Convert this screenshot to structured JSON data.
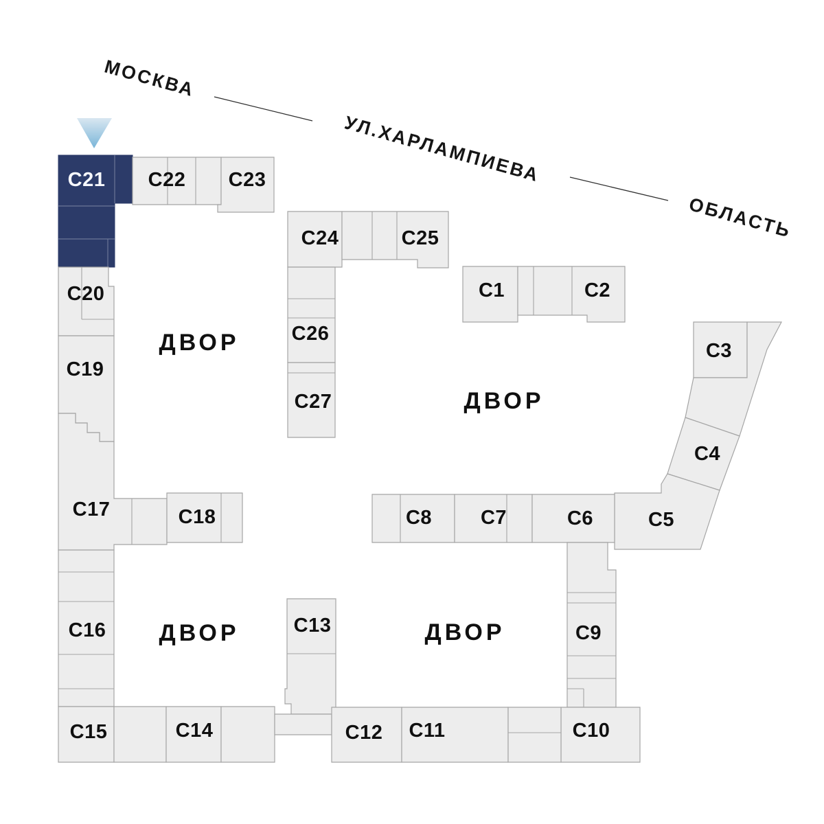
{
  "palette": {
    "background": "#FFFFFF",
    "building_fill": "#EDEDED",
    "building_stroke": "#A5A5A5",
    "highlight_fill": "#2C3B69",
    "highlight_label": "#F7F8FC",
    "label_color": "#101010",
    "marker_gradient_top": "#D9E7F1",
    "marker_gradient_bottom": "#79B5D8"
  },
  "street": {
    "city": "МОСКВА",
    "name": "УЛ.ХАРЛАМПИЕВА",
    "region": "ОБЛАСТЬ"
  },
  "courtyards": {
    "label": "ДВОР"
  },
  "selected_building": "С21",
  "buildings": [
    {
      "id": "C1",
      "label": "С1",
      "highlighted": false
    },
    {
      "id": "C2",
      "label": "С2",
      "highlighted": false
    },
    {
      "id": "C3",
      "label": "С3",
      "highlighted": false
    },
    {
      "id": "C4",
      "label": "С4",
      "highlighted": false
    },
    {
      "id": "C5",
      "label": "С5",
      "highlighted": false
    },
    {
      "id": "C6",
      "label": "С6",
      "highlighted": false
    },
    {
      "id": "C7",
      "label": "С7",
      "highlighted": false
    },
    {
      "id": "C8",
      "label": "С8",
      "highlighted": false
    },
    {
      "id": "C9",
      "label": "С9",
      "highlighted": false
    },
    {
      "id": "C10",
      "label": "С10",
      "highlighted": false
    },
    {
      "id": "C11",
      "label": "С11",
      "highlighted": false
    },
    {
      "id": "C12",
      "label": "С12",
      "highlighted": false
    },
    {
      "id": "C13",
      "label": "С13",
      "highlighted": false
    },
    {
      "id": "C14",
      "label": "С14",
      "highlighted": false
    },
    {
      "id": "C15",
      "label": "С15",
      "highlighted": false
    },
    {
      "id": "C16",
      "label": "С16",
      "highlighted": false
    },
    {
      "id": "C17",
      "label": "С17",
      "highlighted": false
    },
    {
      "id": "C18",
      "label": "С18",
      "highlighted": false
    },
    {
      "id": "C19",
      "label": "С19",
      "highlighted": false
    },
    {
      "id": "C20",
      "label": "С20",
      "highlighted": false
    },
    {
      "id": "C21",
      "label": "С21",
      "highlighted": true
    },
    {
      "id": "C22",
      "label": "С22",
      "highlighted": false
    },
    {
      "id": "C23",
      "label": "С23",
      "highlighted": false
    },
    {
      "id": "C24",
      "label": "С24",
      "highlighted": false
    },
    {
      "id": "C25",
      "label": "С25",
      "highlighted": false
    },
    {
      "id": "C26",
      "label": "С26",
      "highlighted": false
    },
    {
      "id": "C27",
      "label": "С27",
      "highlighted": false
    }
  ]
}
